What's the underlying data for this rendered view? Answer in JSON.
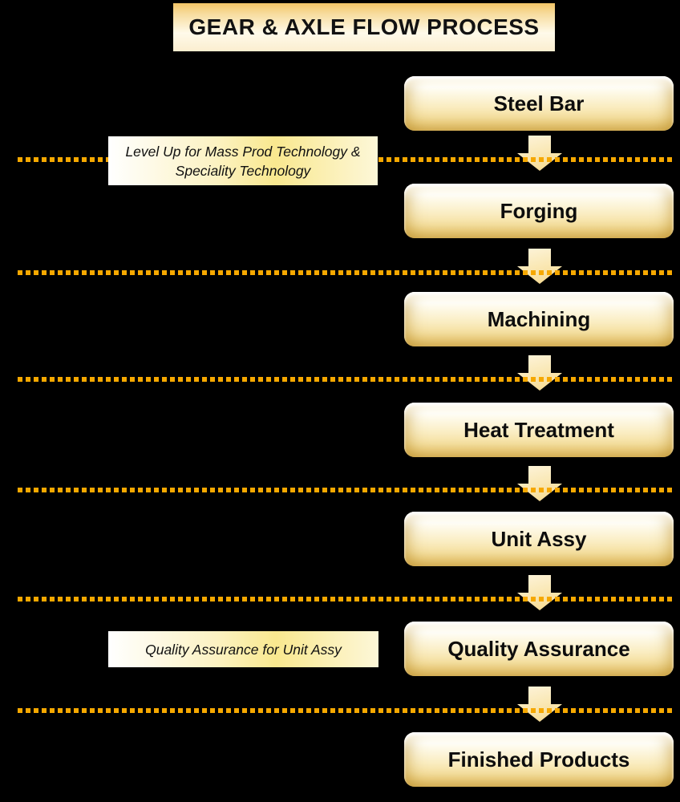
{
  "title": "GEAR & AXLE FLOW PROCESS",
  "steps": [
    {
      "label": "Steel Bar"
    },
    {
      "label": "Forging"
    },
    {
      "label": "Machining"
    },
    {
      "label": "Heat Treatment"
    },
    {
      "label": "Unit Assy"
    },
    {
      "label": "Quality Assurance"
    },
    {
      "label": "Finished Products"
    }
  ],
  "annotations": [
    {
      "text": "Level Up for Mass Prod Technology & Speciality Technology"
    },
    {
      "text": "Quality Assurance for Unit Assy"
    }
  ],
  "icons": {
    "down_arrow": "block-down-arrow"
  },
  "colors": {
    "background": "#000000",
    "divider_dash": "#F6A800",
    "title_top_gold": "#F2C466",
    "title_bottom_cream": "#FBEECF",
    "step_highlight": "#FFFEF6",
    "step_gold": "#EFD083",
    "arrow_fill": "#F9E7B2",
    "note_yellow": "#F9E88F",
    "text": "#000000"
  }
}
